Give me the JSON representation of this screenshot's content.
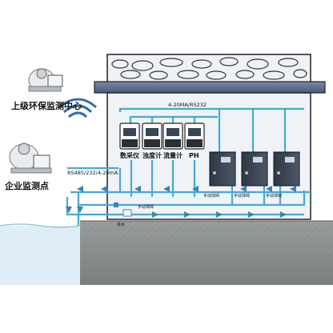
{
  "diagram": {
    "labels": {
      "upper_center": "上级环保监测中心",
      "enterprise_point": "企业监测点",
      "interface_top": "4-20MA/RS232",
      "interface_left": "RS485/232/4-20mA",
      "meter_data": "数采仪",
      "meter_turbidity": "浊度计",
      "meter_flow": "流量计",
      "meter_ph": "PH",
      "valve_1": "手动球阀",
      "valve_2": "手动球阀",
      "valve_3": "手动球阀",
      "valve_4": "手动球阀",
      "inlet": "进水"
    },
    "colors": {
      "pipe": "#46a9d6",
      "flow_arrow": "#2f86b8",
      "water": "#dfeef6",
      "ground": "#8a8f8c",
      "wall": "#eff3f7",
      "beam": "#5d6f8c",
      "cabinet": "#3a4656"
    },
    "icons": [
      "computer-operator-icon",
      "wifi-signal-icon",
      "stone-wall-icon",
      "meter-unit-icon",
      "control-cabinet-icon",
      "valve-icon",
      "flow-arrow-icon"
    ]
  }
}
